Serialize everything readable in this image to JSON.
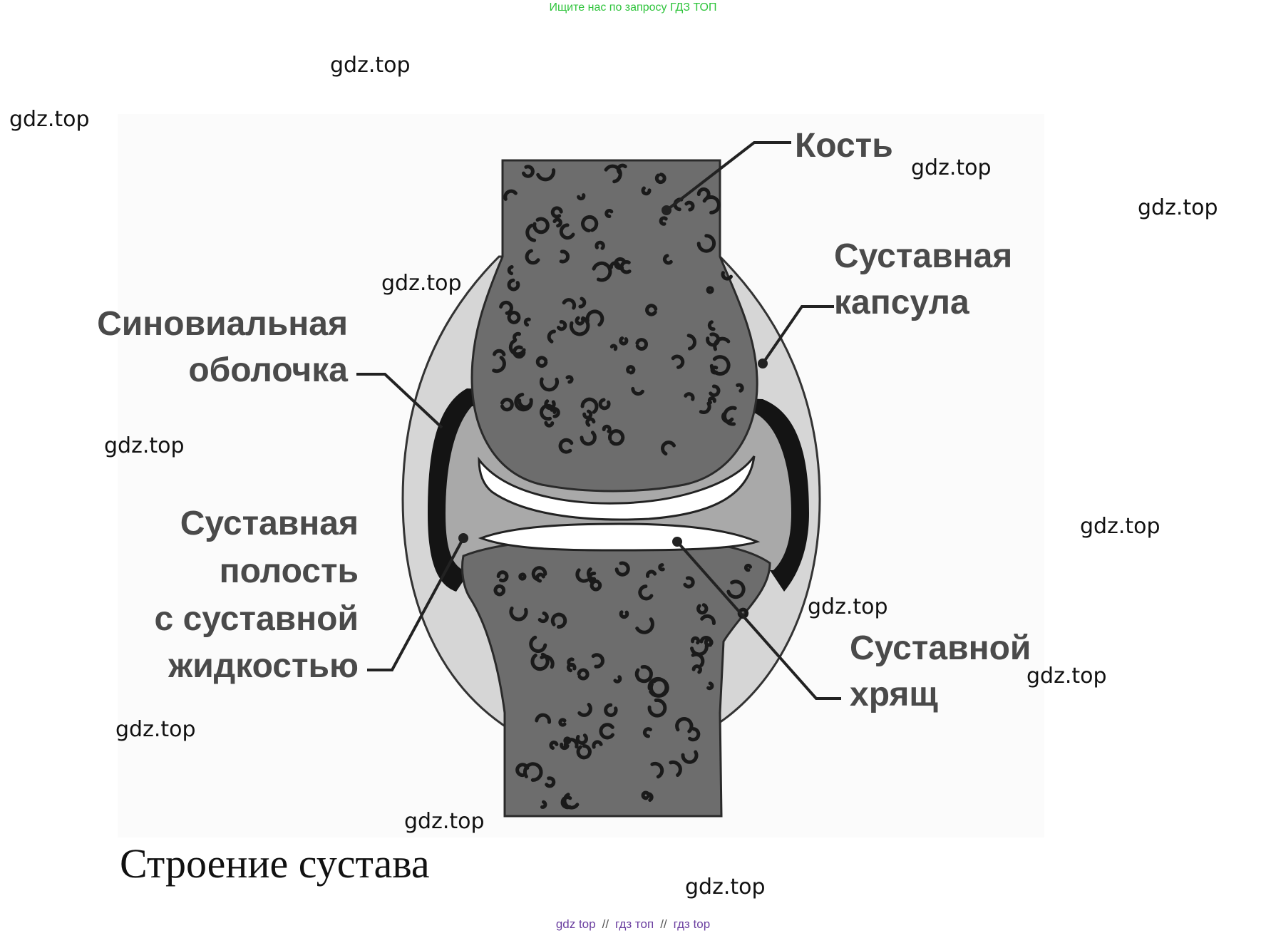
{
  "header": {
    "banner": "Ищите нас по запросу ГДЗ ТОП"
  },
  "watermarks": [
    "gdz.top",
    "gdz.top",
    "gdz.top",
    "gdz.top",
    "gdz.top",
    "gdz.top",
    "gdz.top",
    "gdz.top",
    "gdz.top",
    "gdz.top",
    "gdz.top",
    "gdz.top"
  ],
  "diagram": {
    "labels": {
      "bone": "Кость",
      "capsule_1": "Суставная",
      "capsule_2": "капсула",
      "synovial_1": "Синовиальная",
      "synovial_2": "оболочка",
      "cavity_1": "Суставная",
      "cavity_2": "полость",
      "cavity_3": "с суставной",
      "cavity_4": "жидкостью",
      "cartilage_1": "Суставной",
      "cartilage_2": "хрящ"
    },
    "caption": "Строение сустава",
    "colors": {
      "bone": "#6d6d6d",
      "capsule": "#d6d6d6",
      "synovial": "#141414",
      "cartilage": "#ffffff",
      "cavity": "#a9a9a9"
    }
  },
  "footer": {
    "items": [
      "gdz top",
      "гдз топ",
      "гдз top"
    ],
    "separator": "//"
  }
}
